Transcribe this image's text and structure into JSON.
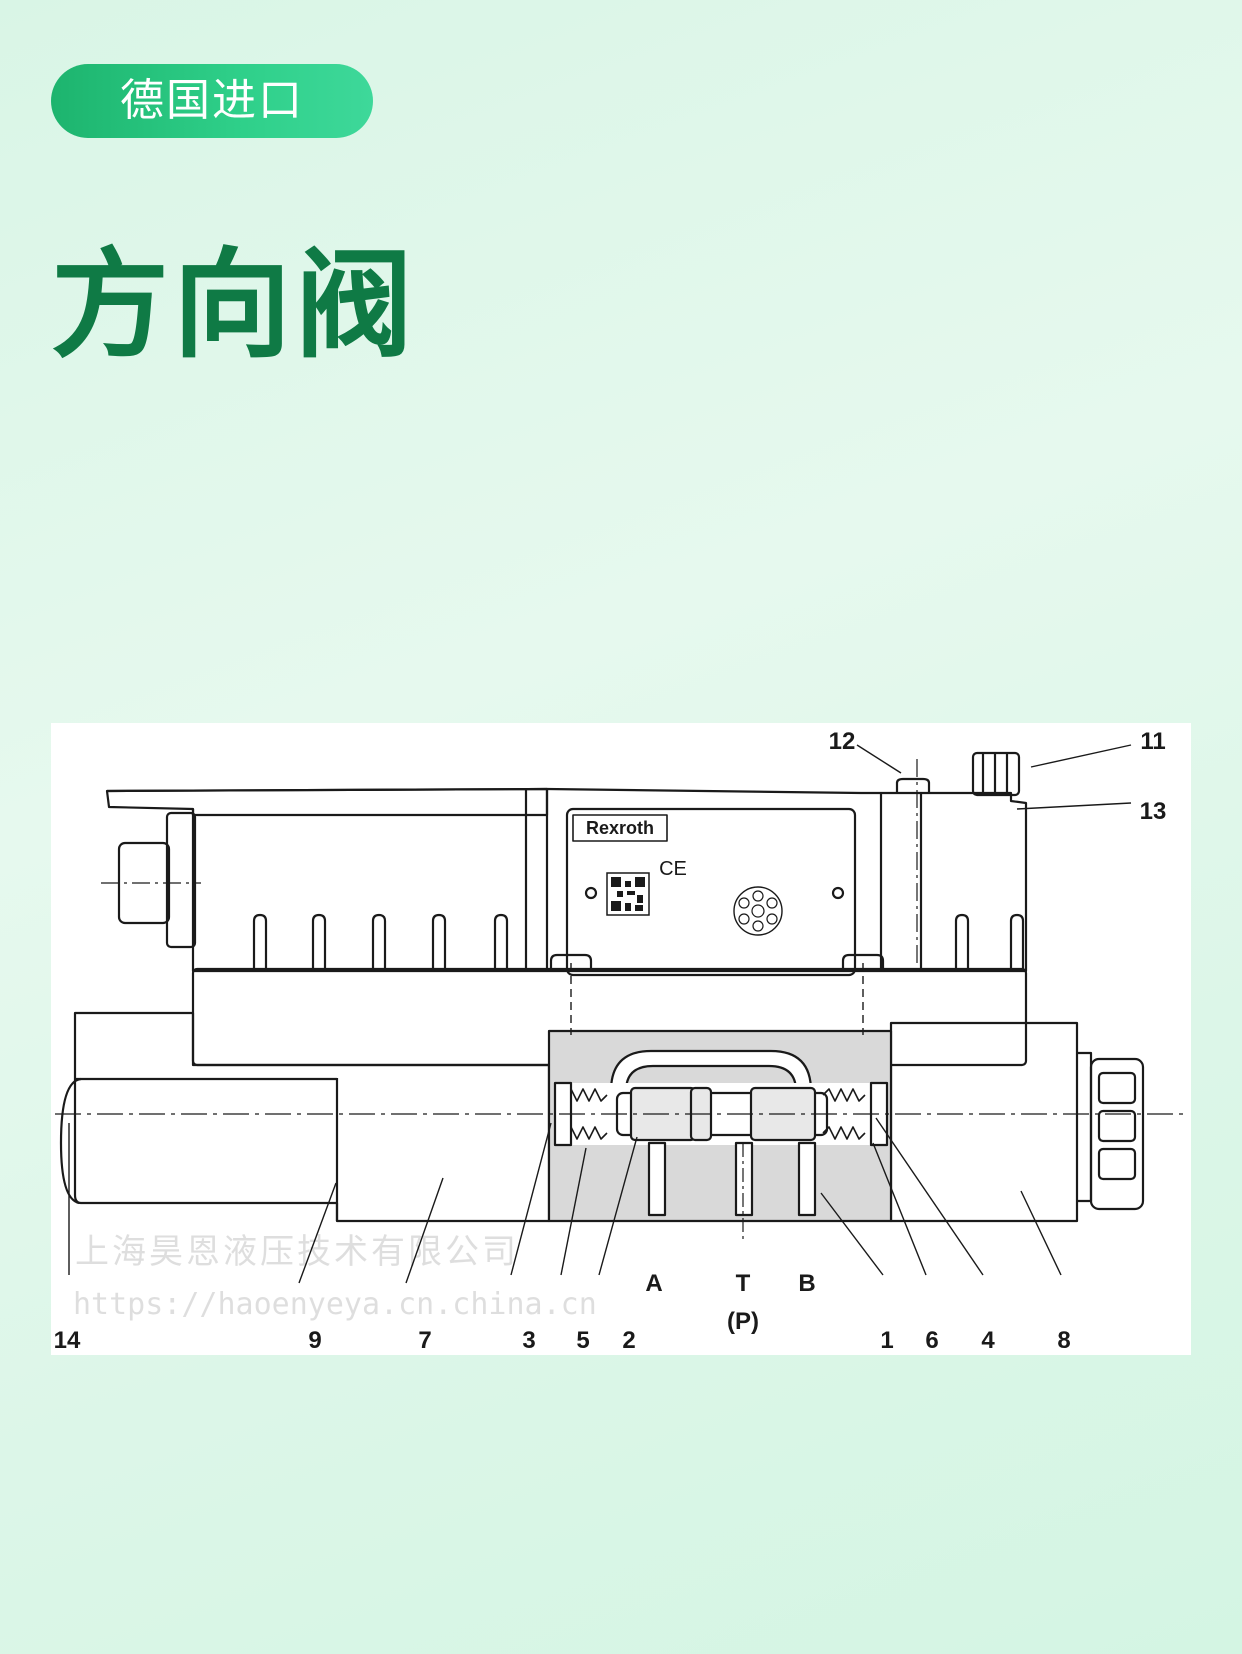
{
  "badge": {
    "label": "德国进口"
  },
  "title": "方向阀",
  "diagram": {
    "brand": "Rexroth",
    "ce_mark": "CE",
    "ports": {
      "a": "A",
      "t": "T",
      "b": "B",
      "p": "(P)"
    },
    "callouts": {
      "c1": "1",
      "c2": "2",
      "c3": "3",
      "c4": "4",
      "c5": "5",
      "c6": "6",
      "c7": "7",
      "c8": "8",
      "c9": "9",
      "c11": "11",
      "c12": "12",
      "c13": "13",
      "c14": "14"
    },
    "watermark": {
      "company": "上海昊恩液压技术有限公司",
      "url": "https://haoenyeya.cn.china.cn"
    }
  },
  "colors": {
    "accent": "#22c27a",
    "title": "#0f7a45",
    "line": "#1a1a1a",
    "body_fill": "#d9d9d9"
  }
}
